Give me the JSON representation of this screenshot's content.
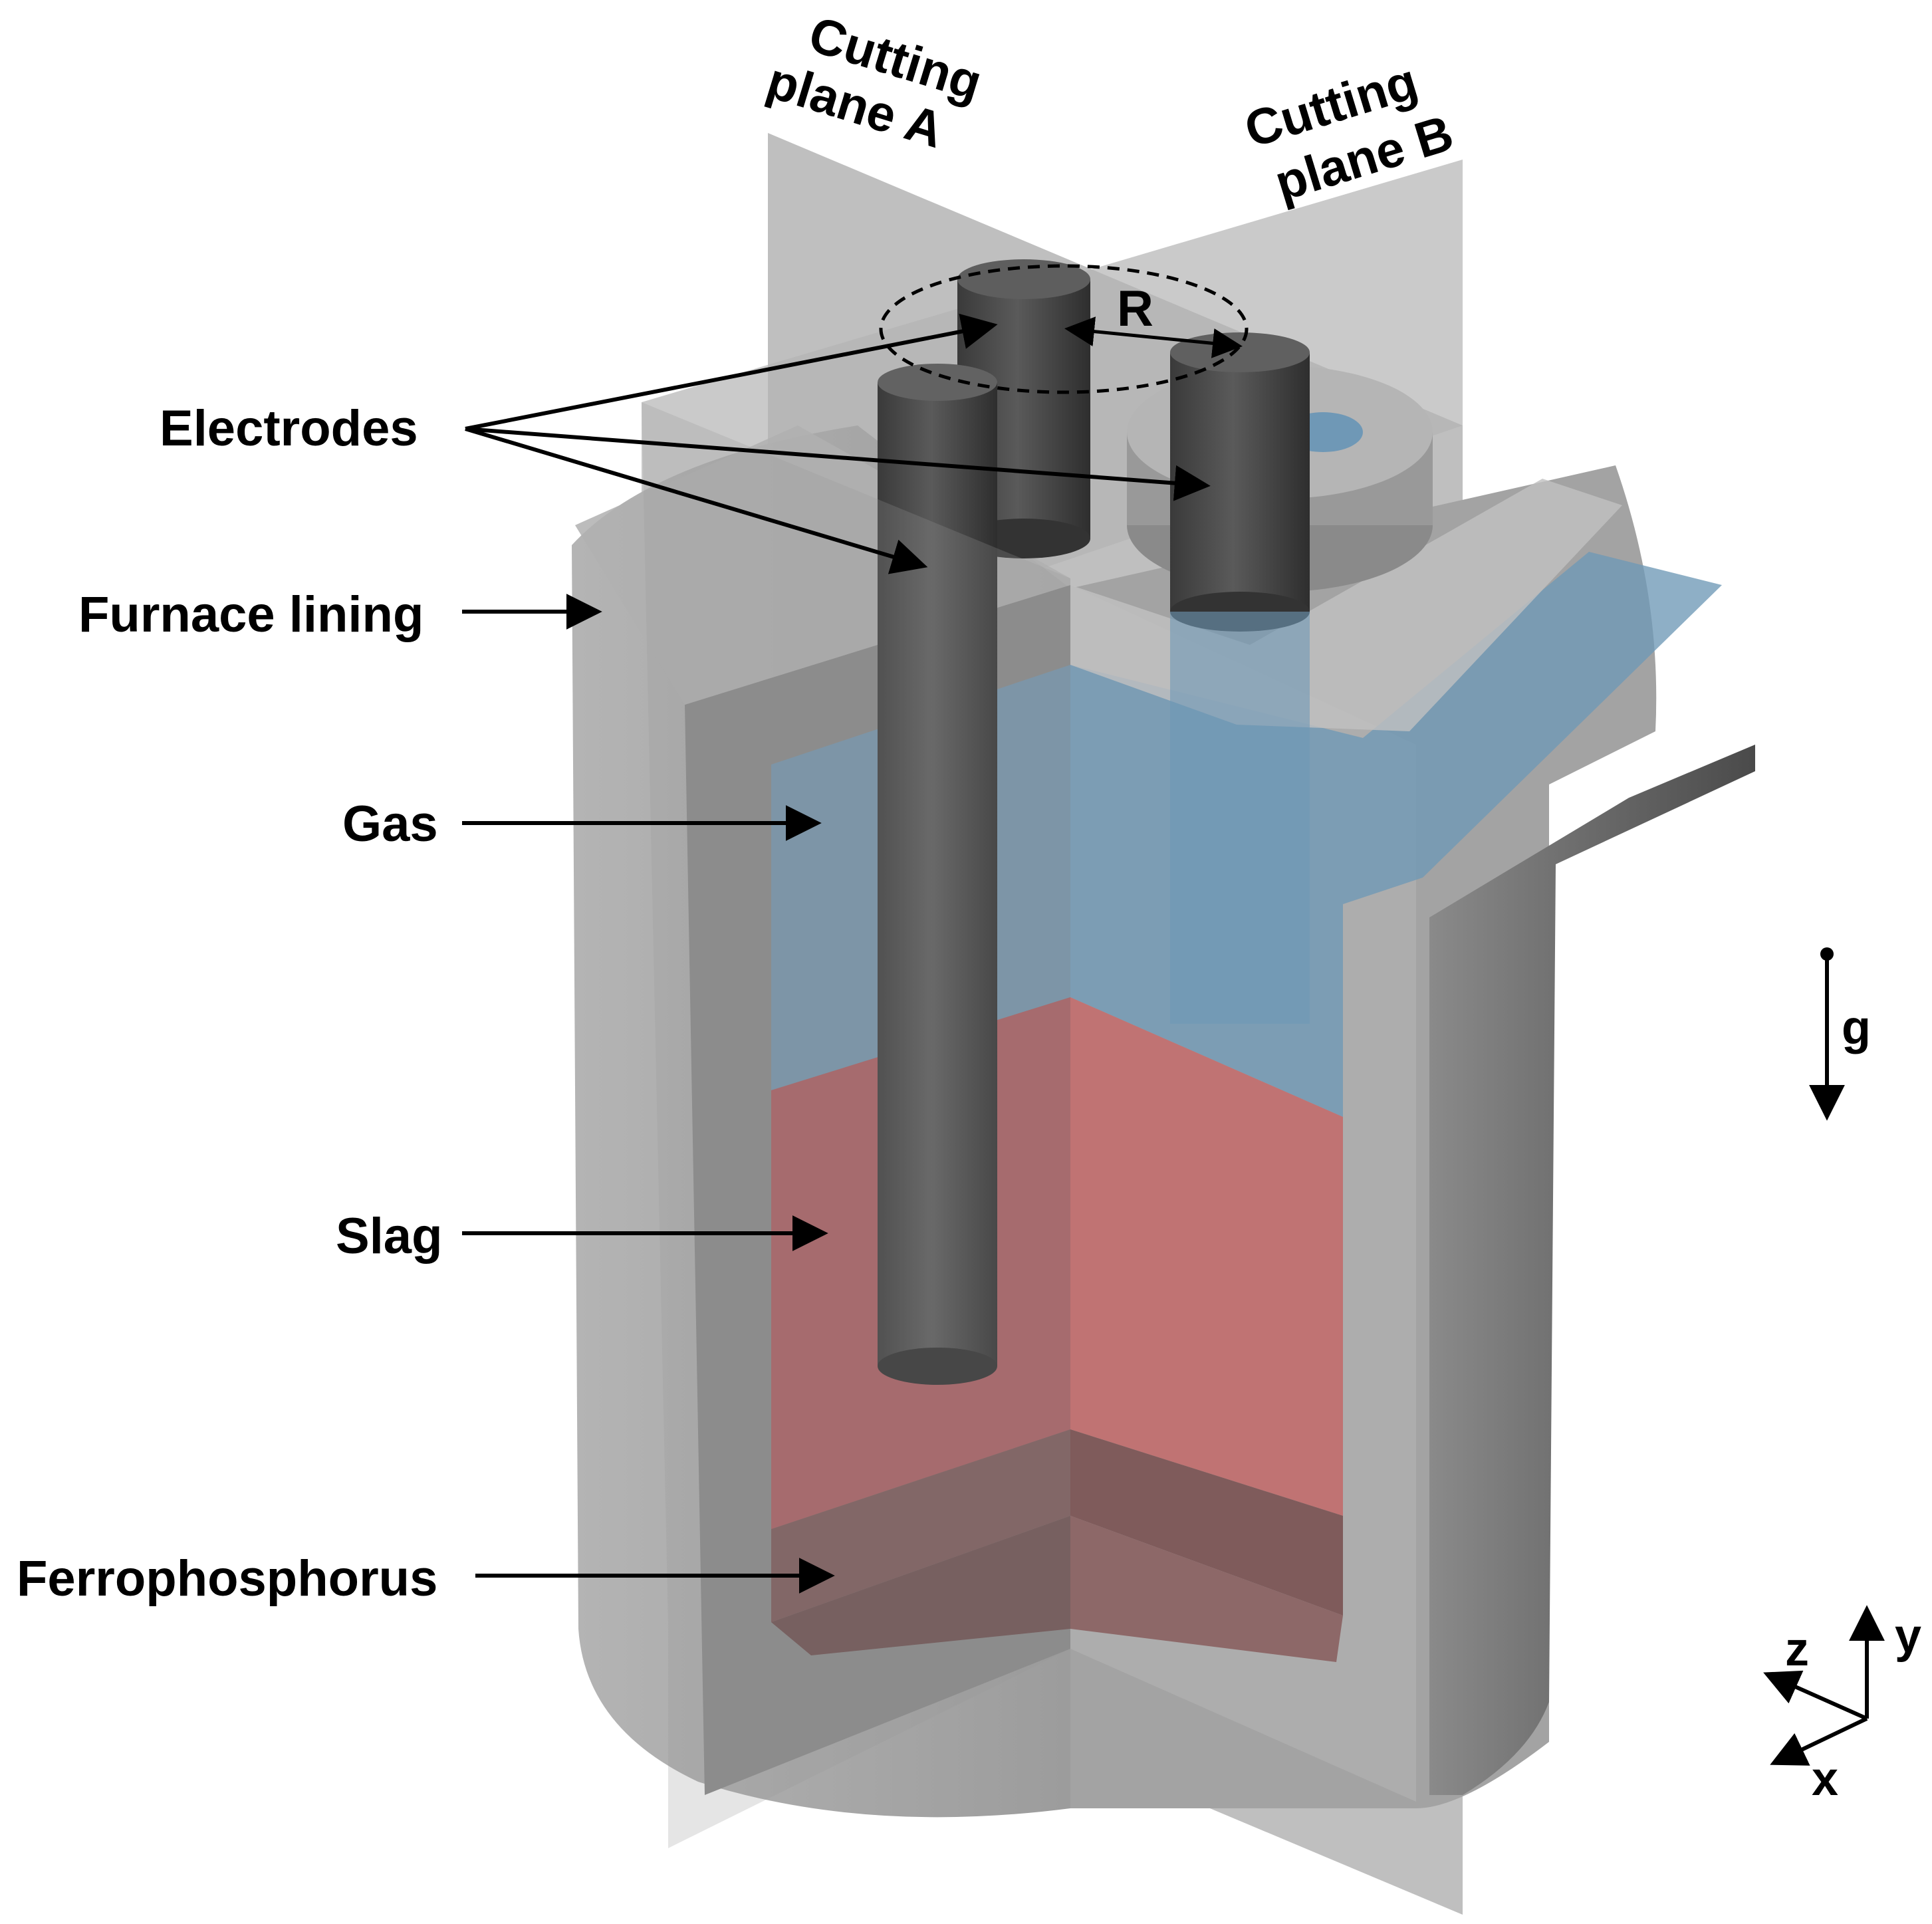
{
  "labels": {
    "cutting_plane_a": {
      "line1": "Cutting",
      "line2": "plane A"
    },
    "cutting_plane_b": {
      "line1": "Cutting",
      "line2": "plane B"
    },
    "electrodes": "Electrodes",
    "furnace_lining": "Furnace lining",
    "gas": "Gas",
    "slag": "Slag",
    "ferrophosphorus": "Ferrophosphorus",
    "radius": "R",
    "gravity": "g"
  },
  "axes": {
    "x": "x",
    "y": "y",
    "z": "z"
  },
  "colors": {
    "lining": "#a6a6a6",
    "lining_dark": "#7e7e7e",
    "electrode": "#4a4a4a",
    "gas": "#6f98b4",
    "slag": "#c96a6a",
    "ferrophosphorus": "#8a5858",
    "plane": "#9a9a9a"
  }
}
